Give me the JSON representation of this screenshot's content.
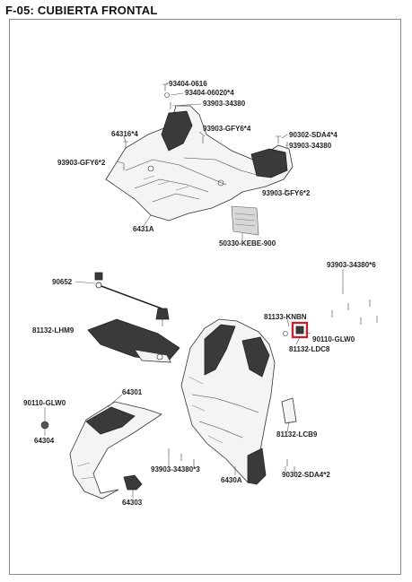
{
  "title": "F-05: CUBIERTA FRONTAL",
  "highlight_color": "#e0141e",
  "labels": {
    "l93404_0616": "93404-0616",
    "l93404_06020": "93404-06020*4",
    "l93903_34380_top": "93903-34380",
    "l64316": "64316*4",
    "l93903_gfy6_4": "93903-GFY6*4",
    "l90302_sda4_4": "90302-SDA4*4",
    "l93903_34380_right": "93903-34380",
    "l93903_gfy6_2_left": "93903-GFY6*2",
    "l93903_gfy6_2_right": "93903-GFY6*2",
    "l6431a": "6431A",
    "l50330": "50330-KEBE-900",
    "l93903_34380_6": "93903-34380*6",
    "l90652": "90652",
    "l81133": "81133-KNBN",
    "l81132_lhm9": "81132-LHM9",
    "l90110_glw0_right": "90110-GLW0",
    "l81132_ldc8": "81132-LDC8",
    "l90110_glw0_left": "90110-GLW0",
    "l64301": "64301",
    "l81132_lcb9": "81132-LCB9",
    "l64304": "64304",
    "l93903_34380_3": "93903-34380*3",
    "l6430a": "6430A",
    "l90302_sda4_2": "90302-SDA4*2",
    "l64303": "64303"
  }
}
